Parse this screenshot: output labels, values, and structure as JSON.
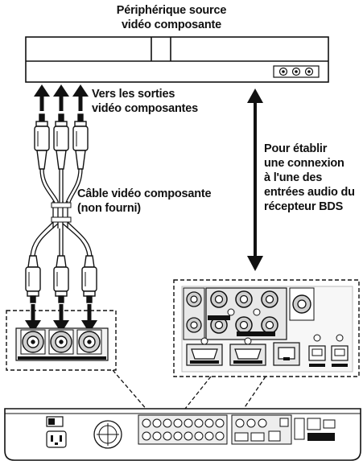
{
  "labels": {
    "source_title_line1": "Périphérique source",
    "source_title_line2": "vidéo composante",
    "outputs_line1": "Vers les sorties",
    "outputs_line2": "vidéo composantes",
    "cable_line1": "Câble vidéo composante",
    "cable_line2": "(non fourni)",
    "audio_line1": "Pour établir",
    "audio_line2": "une connexion",
    "audio_line3": "à l'une des",
    "audio_line4": "entrées audio du",
    "audio_line5": "récepteur BDS"
  },
  "colors": {
    "line": "#111111",
    "panel_fill": "#f2f2f2",
    "jack_ring": "#cfcfcf"
  }
}
